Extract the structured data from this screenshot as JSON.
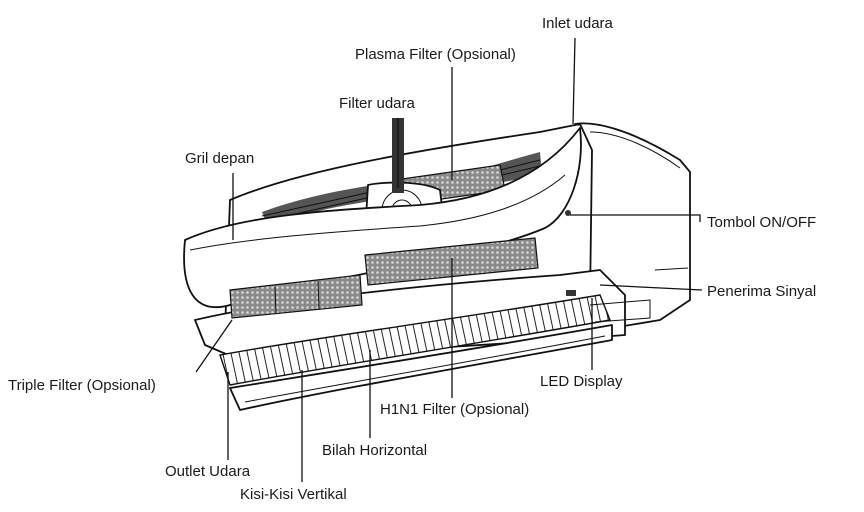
{
  "labels": {
    "inlet_udara": "Inlet udara",
    "plasma_filter": "Plasma Filter (Opsional)",
    "filter_udara": "Filter udara",
    "gril_depan": "Gril depan",
    "tombol_on_off": "Tombol ON/OFF",
    "penerima_sinyal": "Penerima Sinyal",
    "led_display": "LED Display",
    "triple_filter": "Triple Filter (Opsional)",
    "h1n1_filter": "H1N1 Filter (Opsional)",
    "bilah_horizontal": "Bilah Horizontal",
    "outlet_udara": "Outlet Udara",
    "kisi_vertikal": "Kisi-Kisi Vertikal"
  }
}
